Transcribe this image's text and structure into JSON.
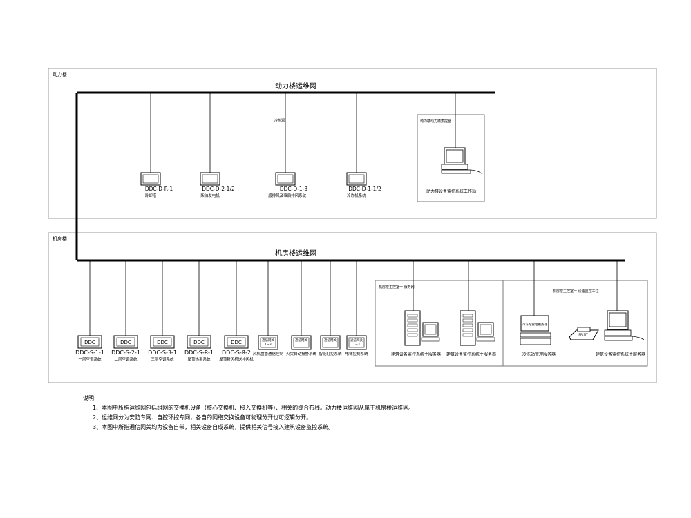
{
  "power_section": {
    "label": "动力楼",
    "network_title": "动力楼运维网",
    "room_title": "动力楼动力楼集控室",
    "workstation_label": "动力楼设备监控系统工作站",
    "hvac_note": "冷热源",
    "devices": [
      {
        "code": "DDC-D-R-1",
        "desc": "冷却塔"
      },
      {
        "code": "DDC-D-2-1/2",
        "desc": "柴油发电机"
      },
      {
        "code": "DDC-D-1-3",
        "desc": "一般排风及事后排风系统"
      },
      {
        "code": "DDC-D-1-1/2",
        "desc": "冷冻机系统"
      }
    ]
  },
  "machine_section": {
    "label": "机房楼",
    "network_title": "机房楼运维网",
    "ddc_label": "DDC",
    "devices": [
      {
        "code": "DDC-S-1-1",
        "desc": "一层空调系统"
      },
      {
        "code": "DDC-S-2-1",
        "desc": "二层空调系统"
      },
      {
        "code": "DDC-S-3-1",
        "desc": "三层空调系统"
      },
      {
        "code": "DDC-S-R-1",
        "desc": "屋顶热泵系统"
      },
      {
        "code": "DDC-S-R-2",
        "desc": "屋顶新风机送排风机"
      }
    ],
    "gateways": [
      {
        "box": "通信网关\n1~3",
        "desc": "风机盘管通信控制"
      },
      {
        "box": "通信网关",
        "desc": "火灾自动报警系统"
      },
      {
        "box": "通信网关",
        "desc": "智能灯控系统"
      },
      {
        "box": "通信网关\n1~3",
        "desc": "电梯控制系统"
      }
    ],
    "room1_title": "机房楼主控室一 服务网",
    "room2_title": "机房楼主控室一 设备监控工位",
    "servers": [
      {
        "label": "建筑设备监控系统主服务器"
      },
      {
        "label": "建筑设备监控系统主服务器"
      }
    ],
    "cold_mgr": {
      "box": "冷冻站管理服务器",
      "label": "冷冻站管理服务器"
    },
    "main_server_label": "建筑设备监控系统主服务器",
    "printer_label": "PRINT"
  },
  "notes": {
    "title": "说明:",
    "items": [
      "1、本图中所指运维网包括组网的交换机设备（核心交换机、接入交换机等）、相关的综合布线。动力楼运维网从属于机房楼运维网。",
      "2、运维网分为安防专网、自控环控专网，各自的网络交换设备可物理分开也可逻辑分开。",
      "3、本图中所指通信网关均为设备自带，相关设备自成系统，提供相关信号接入建筑设备监控系统。"
    ]
  }
}
